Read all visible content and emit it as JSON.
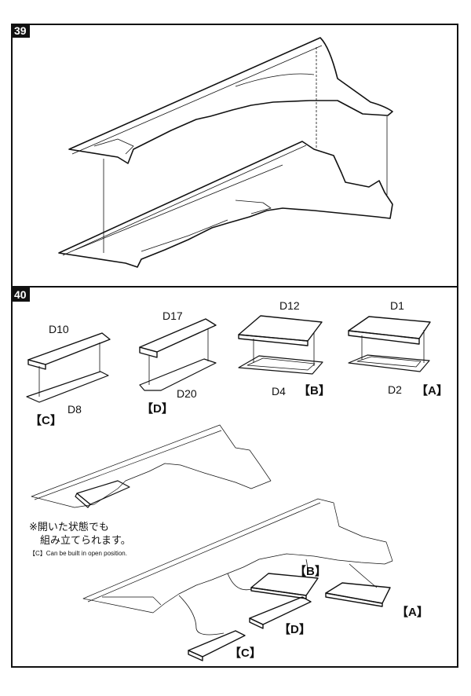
{
  "steps": [
    {
      "number": "39"
    },
    {
      "number": "40"
    }
  ],
  "parts": {
    "d10": "D10",
    "d8": "D8",
    "d17": "D17",
    "d20": "D20",
    "d12": "D12",
    "d4": "D4",
    "d1": "D1",
    "d2": "D2"
  },
  "groups": {
    "c": "【C】",
    "d": "【D】",
    "b": "【B】",
    "a": "【A】"
  },
  "note": {
    "jp_line1": "※開いた状態でも",
    "jp_line2": "組み立てられます。",
    "en": "【C】Can be built in open position."
  }
}
